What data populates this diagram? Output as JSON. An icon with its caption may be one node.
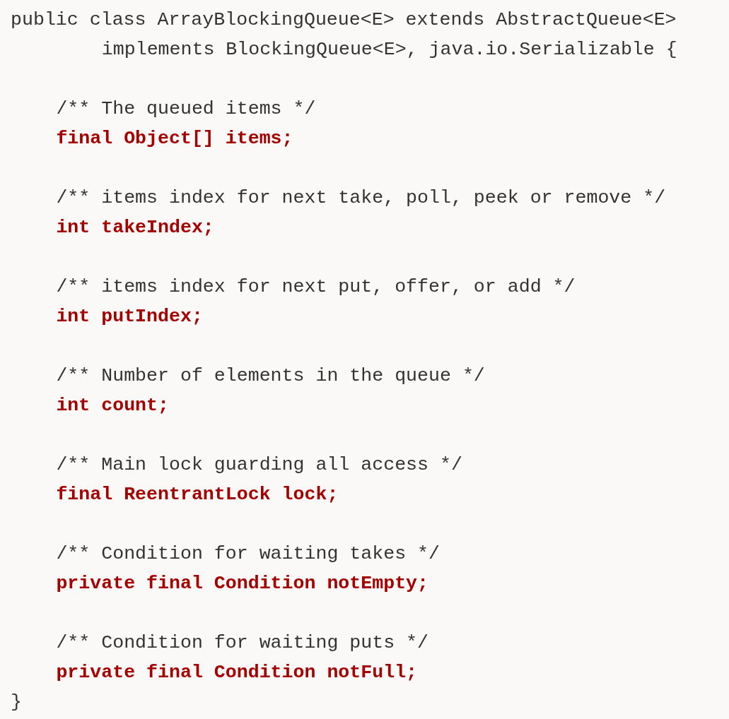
{
  "diagram": {
    "labels": [
      "public class ArrayBlockingQueue<E> extends AbstractQueue<E>",
      "implements BlockingQueue<E>, java.io.Serializable {",
      "/** The queued items */",
      "final Object[] items;",
      "/** items index for next take, poll, peek or remove */",
      "int takeIndex;",
      "/** items index for next put, offer, or add */",
      "int putIndex;",
      "/** Number of elements in the queue */",
      "int count;",
      "/** Main lock guarding all access */",
      "final ReentrantLock lock;",
      "/** Condition for waiting takes */",
      "private final Condition notEmpty;",
      "/** Condition for waiting puts */",
      "private final Condition notFull;",
      "}"
    ]
  }
}
